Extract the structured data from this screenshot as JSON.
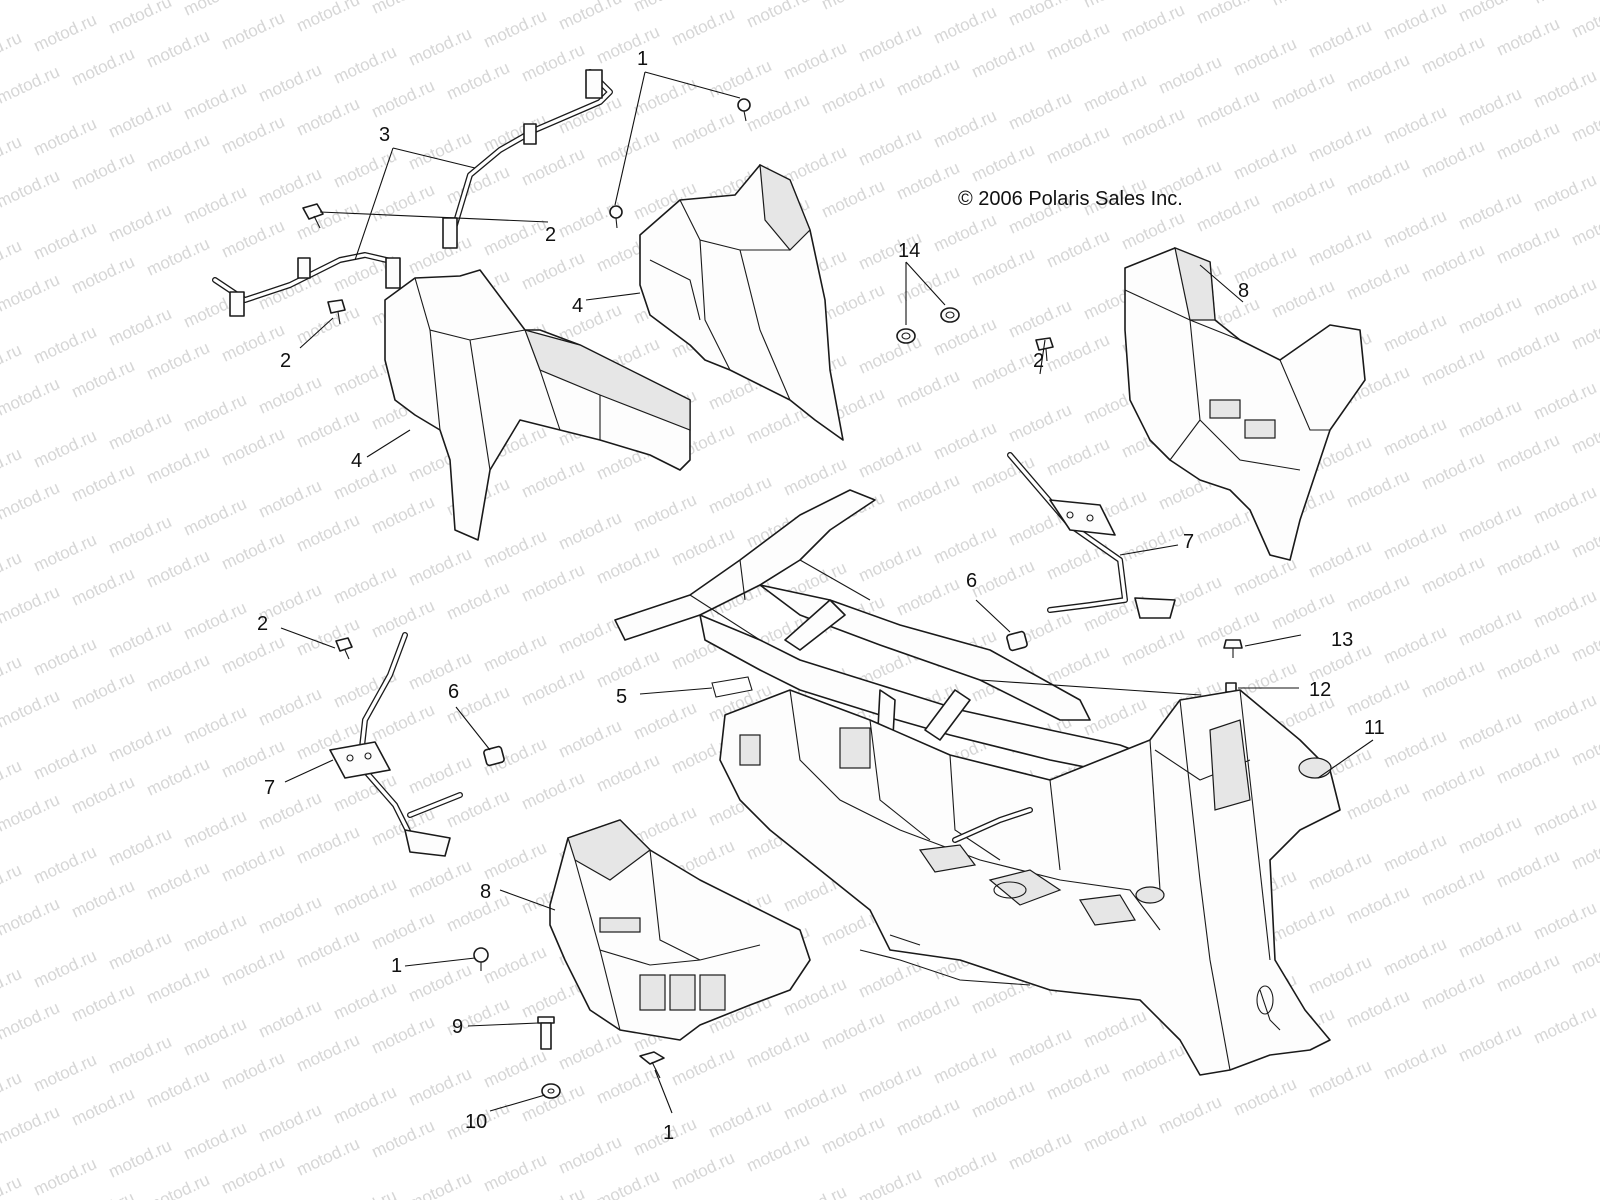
{
  "watermark": "motod.ru",
  "copyright": "© 2006 Polaris Sales Inc.",
  "callouts": [
    {
      "id": "c1a",
      "label": "1"
    },
    {
      "id": "c1b",
      "label": "1"
    },
    {
      "id": "c1c",
      "label": "1"
    },
    {
      "id": "c2a",
      "label": "2"
    },
    {
      "id": "c2b",
      "label": "2"
    },
    {
      "id": "c2c",
      "label": "2"
    },
    {
      "id": "c2d",
      "label": "2"
    },
    {
      "id": "c3",
      "label": "3"
    },
    {
      "id": "c4a",
      "label": "4"
    },
    {
      "id": "c4b",
      "label": "4"
    },
    {
      "id": "c5",
      "label": "5"
    },
    {
      "id": "c6a",
      "label": "6"
    },
    {
      "id": "c6b",
      "label": "6"
    },
    {
      "id": "c7a",
      "label": "7"
    },
    {
      "id": "c7b",
      "label": "7"
    },
    {
      "id": "c8a",
      "label": "8"
    },
    {
      "id": "c8b",
      "label": "8"
    },
    {
      "id": "c9",
      "label": "9"
    },
    {
      "id": "c10",
      "label": "10"
    },
    {
      "id": "c11",
      "label": "11"
    },
    {
      "id": "c12",
      "label": "12"
    },
    {
      "id": "c13",
      "label": "13"
    },
    {
      "id": "c14",
      "label": "14"
    }
  ]
}
